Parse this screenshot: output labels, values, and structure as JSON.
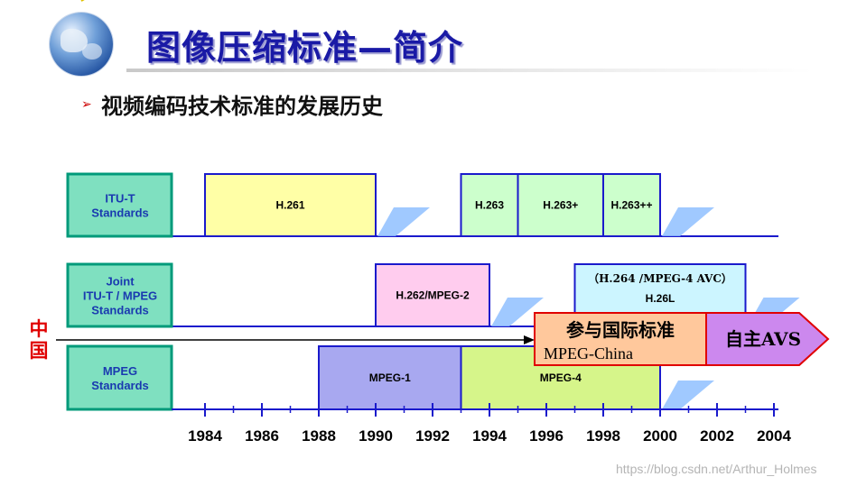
{
  "header": {
    "title": "图像压缩标准—简介",
    "subtitle": "视频编码技术标准的发展历史",
    "bullet_symbol": "➢"
  },
  "diagram": {
    "row_labels": [
      {
        "id": "itut",
        "lines": [
          "ITU-T",
          "Standards"
        ]
      },
      {
        "id": "joint",
        "lines": [
          "Joint",
          "ITU-T / MPEG",
          "Standards"
        ]
      },
      {
        "id": "mpeg",
        "lines": [
          "MPEG",
          "Standards"
        ]
      }
    ],
    "standards": [
      {
        "row": "itut",
        "label": "H.261",
        "start": 1984,
        "end": 1990,
        "color": "#ffffa6"
      },
      {
        "row": "itut",
        "label": "H.263",
        "start": 1993,
        "end": 1995,
        "color": "#ccffcc"
      },
      {
        "row": "itut",
        "label": "H.263+",
        "start": 1995,
        "end": 1998,
        "color": "#ccffcc"
      },
      {
        "row": "itut",
        "label": "H.263++",
        "start": 1998,
        "end": 2000,
        "color": "#ccffcc"
      },
      {
        "row": "joint",
        "label": "H.262/MPEG-2",
        "start": 1990,
        "end": 1994,
        "color": "#ffccee"
      },
      {
        "row": "joint",
        "label": "H.264 /MPEG-4 AVC",
        "label2": "H.26L",
        "start": 1997,
        "end": 2003,
        "color": "#ccf5ff"
      },
      {
        "row": "mpeg",
        "label": "MPEG-1",
        "start": 1988,
        "end": 1993,
        "color": "#a8a8f0"
      },
      {
        "row": "mpeg",
        "label": "MPEG-4",
        "start": 1993,
        "end": 2000,
        "color": "#d6f58a"
      }
    ],
    "years": [
      "1984",
      "1986",
      "1988",
      "1990",
      "1992",
      "1994",
      "1996",
      "1998",
      "2000",
      "2002",
      "2004"
    ],
    "china_label": "中国",
    "china_box": {
      "line1": "参与国际标准",
      "line2": "MPEG-China"
    },
    "avs_label": "自主AVS",
    "colors": {
      "border": "#1a1acc",
      "label_fill": "#7fe0c0",
      "label_border": "#009a7a",
      "red": "#e00000",
      "salmon": "#ffc89c",
      "purple": "#cc88ee",
      "wedge": "#8fc0ff"
    }
  },
  "watermark": "https://blog.csdn.net/Arthur_Holmes"
}
